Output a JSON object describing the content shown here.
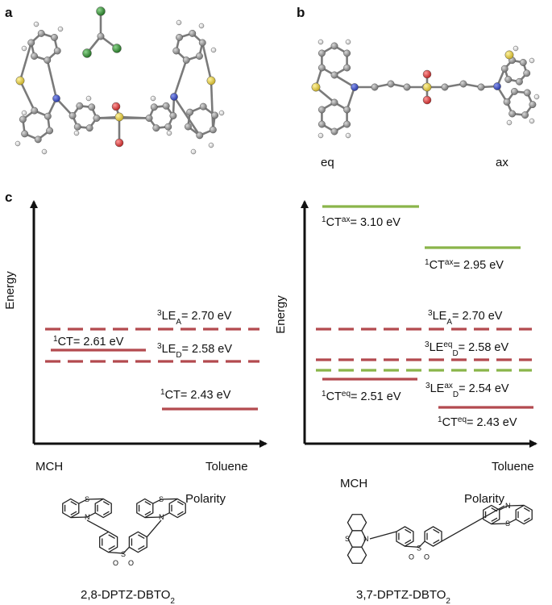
{
  "panels": {
    "a": "a",
    "b": "b",
    "c": "c"
  },
  "panel_b": {
    "eq_label": "eq",
    "ax_label": "ax"
  },
  "left_diagram": {
    "y_axis_label": "Energy",
    "x_axis_start": "MCH",
    "x_axis_end": "Toluene",
    "polarity_label": "Polarity",
    "compound_name": "2,8-DPTZ-DBTO",
    "compound_subscript": "2",
    "levels": {
      "le_a": {
        "sup": "3",
        "main": "LE",
        "sub": "A",
        "value": "= 2.70 eV"
      },
      "le_d": {
        "sup": "3",
        "main": "LE",
        "sub": "D",
        "value": "= 2.58 eV"
      },
      "ct_mch": {
        "sup": "1",
        "main": "CT",
        "value": "= 2.61 eV"
      },
      "ct_tol": {
        "sup": "1",
        "main": "CT",
        "value": "= 2.43 eV"
      }
    }
  },
  "right_diagram": {
    "y_axis_label": "Energy",
    "x_axis_start": "MCH",
    "x_axis_end": "Toluene",
    "polarity_label": "Polarity",
    "compound_name": "3,7-DPTZ-DBTO",
    "compound_subscript": "2",
    "levels": {
      "ct_ax_mch": {
        "sup": "1",
        "main": "CT",
        "supr": "ax",
        "value": "= 3.10 eV"
      },
      "ct_ax_tol": {
        "sup": "1",
        "main": "CT",
        "supr": "ax",
        "value": "= 2.95 eV"
      },
      "le_a": {
        "sup": "3",
        "main": "LE",
        "sub": "A",
        "value": "= 2.70 eV"
      },
      "le_eq_d": {
        "sup": "3",
        "main": "LE",
        "supr": "eq",
        "sub": "D",
        "value": "= 2.58 eV"
      },
      "le_ax_d": {
        "sup": "3",
        "main": "LE",
        "supr": "ax",
        "sub": "D",
        "value": "= 2.54 eV"
      },
      "ct_eq_mch": {
        "sup": "1",
        "main": "CT",
        "supr": "eq",
        "value": "= 2.51 eV"
      },
      "ct_eq_tol": {
        "sup": "1",
        "main": "CT",
        "supr": "eq",
        "value": "= 2.43 eV"
      }
    }
  },
  "colors": {
    "red_level": "#b34a4f",
    "green_level": "#8ab54a",
    "carbon": "#8c8c8c",
    "nitrogen": "#3a4fc2",
    "sulfur": "#d9c43a",
    "oxygen": "#d62f2f",
    "chlorine": "#2f8a2f",
    "hydrogen": "#f2f2f2"
  }
}
